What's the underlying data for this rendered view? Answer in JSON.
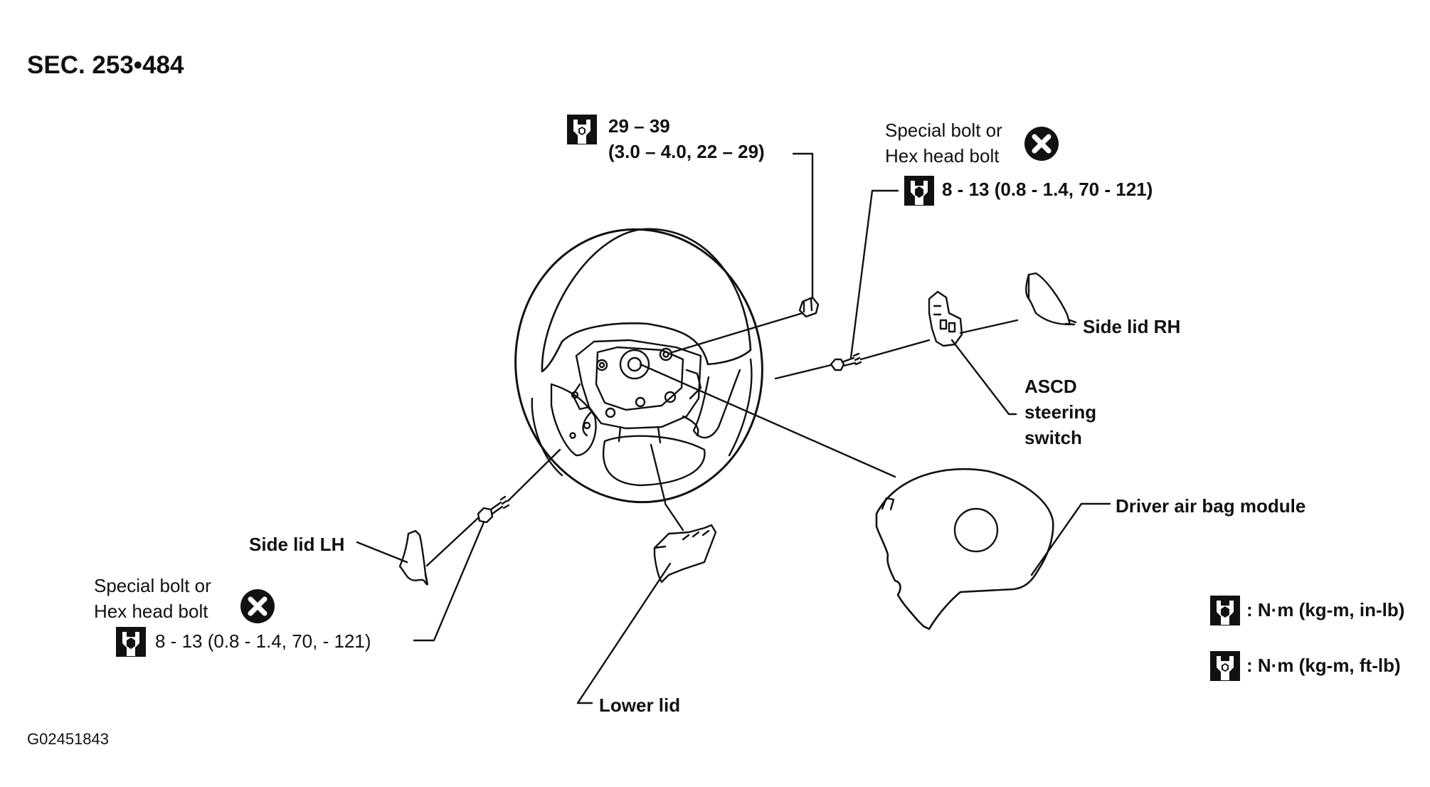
{
  "section": "SEC. 253•484",
  "figure_id": "G02451843",
  "icons": {
    "torque_inlb": "torque-wrench-filled-icon",
    "torque_ftlb": "torque-wrench-outline-icon",
    "do_not_reuse": "x-circle-icon"
  },
  "callouts": {
    "nut_torque_line1": "29 – 39",
    "nut_torque_line2": "(3.0 – 4.0, 22 – 29)",
    "bolt_rh_line1": "Special bolt or",
    "bolt_rh_line2": "Hex head bolt",
    "bolt_rh_torque": "8 - 13 (0.8 - 1.4, 70 - 121)",
    "side_lid_rh": "Side lid RH",
    "ascd_line1": "ASCD",
    "ascd_line2": "steering",
    "ascd_line3": "switch",
    "airbag": "Driver air bag module",
    "side_lid_lh": "Side lid LH",
    "bolt_lh_line1": "Special bolt or",
    "bolt_lh_line2": "Hex head bolt",
    "bolt_lh_torque": "8 - 13 (0.8 - 1.4, 70, - 121)",
    "lower_lid": "Lower lid"
  },
  "legend": {
    "inlb": ": N·m (kg-m, in-lb)",
    "ftlb": ": N·m (kg-m, ft-lb)"
  }
}
